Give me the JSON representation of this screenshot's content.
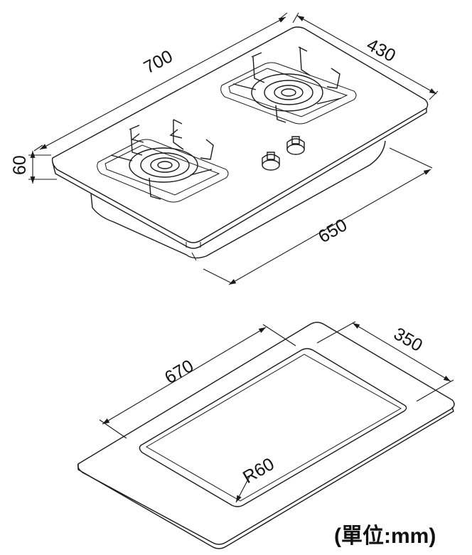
{
  "cooktop": {
    "dim_width": "700",
    "dim_depth": "430",
    "dim_height": "60",
    "dim_body_width": "650"
  },
  "cutout": {
    "dim_width": "670",
    "dim_depth": "350",
    "dim_radius": "R60"
  },
  "units_label": "(單位:mm)"
}
